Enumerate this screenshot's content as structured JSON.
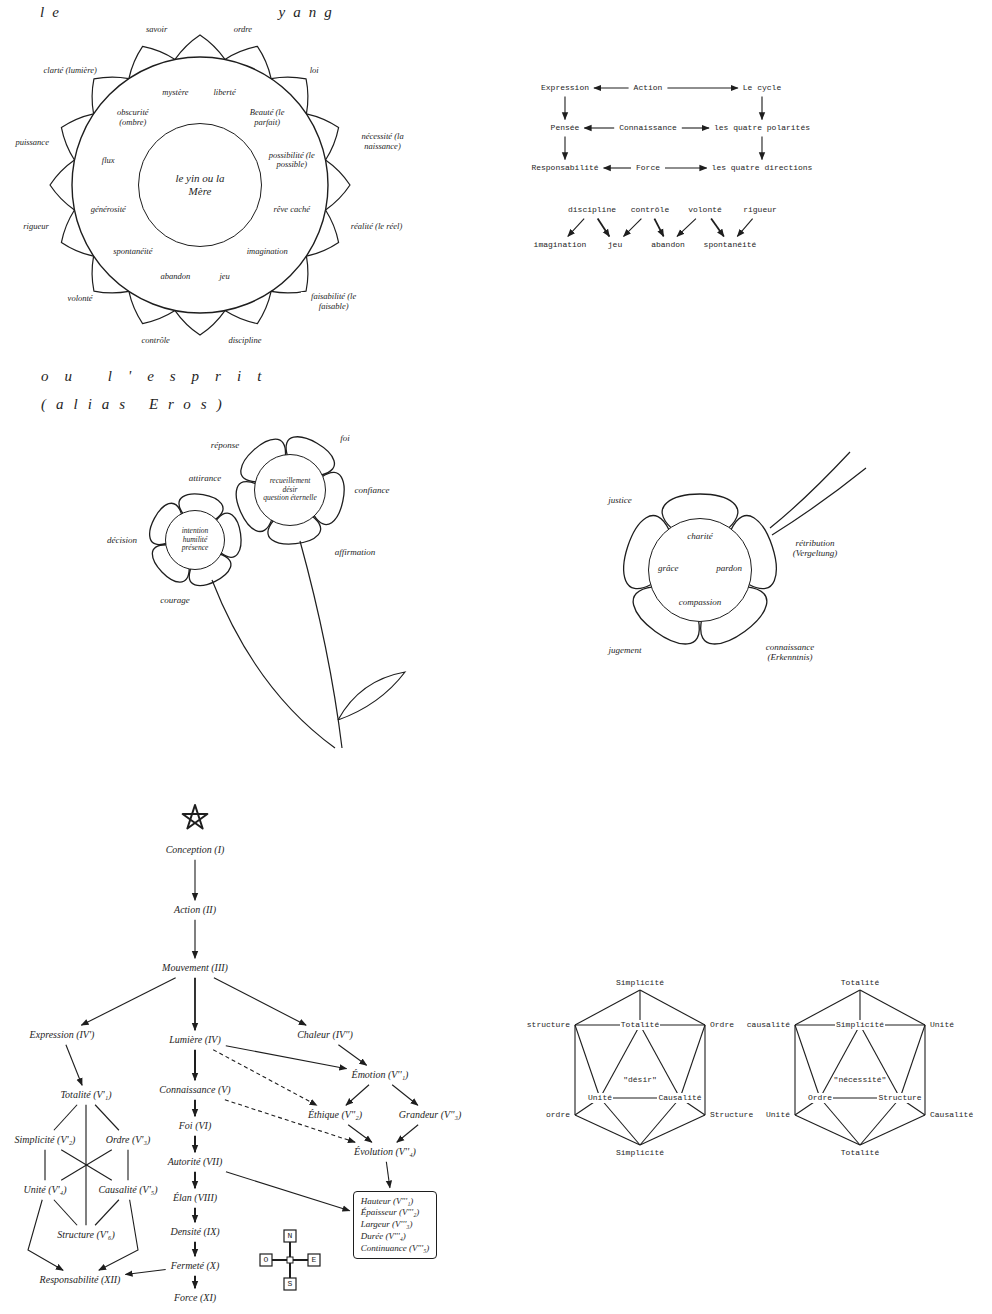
{
  "diagram": {
    "title": "le yang",
    "nodes": [
      {
        "text": [
          "le yin ou la Mère"
        ]
      },
      {
        "text": [
          "Expression"
        ]
      },
      {
        "text": [
          "Action"
        ]
      },
      {
        "text": [
          "Le cycle"
        ]
      },
      {
        "text": [
          "Pensée"
        ]
      },
      {
        "text": [
          "Connaissance"
        ]
      },
      {
        "text": [
          "les quatre polarités"
        ]
      },
      {
        "text": [
          "Responsabilité"
        ]
      },
      {
        "text": [
          "Force"
        ]
      },
      {
        "text": [
          "les quatre directions"
        ]
      },
      {
        "text": [
          "discipline"
        ]
      },
      {
        "text": [
          "contrôle"
        ]
      },
      {
        "text": [
          "volonté"
        ]
      },
      {
        "text": [
          "rigueur"
        ]
      },
      {
        "text": [
          "imagination"
        ]
      },
      {
        "text": [
          "jeu"
        ]
      },
      {
        "text": [
          "abandon"
        ]
      },
      {
        "text": [
          "spontanéité"
        ]
      },
      {
        "text": [
          "intention",
          "humilité",
          "présence"
        ]
      },
      {
        "text": [
          "recueillement",
          "désir",
          "question éternelle"
        ]
      },
      {
        "text": [
          "charité",
          "grâce",
          "pardon",
          "compassion"
        ]
      },
      {
        "text": [
          "Conception (I)"
        ]
      },
      {
        "text": [
          "Action (II)"
        ]
      },
      {
        "text": [
          "Mouvement (III)"
        ]
      },
      {
        "text": [
          "Expression (IV')"
        ]
      },
      {
        "text": [
          "Lumière (IV)"
        ]
      },
      {
        "text": [
          "Chaleur (IV'')"
        ]
      },
      {
        "text": [
          "Totalité (V'₁)"
        ]
      },
      {
        "text": [
          "Simplicité (V'₂)"
        ]
      },
      {
        "text": [
          "Ordre (V'₃)"
        ]
      },
      {
        "text": [
          "Unité (V'₄)"
        ]
      },
      {
        "text": [
          "Causalité (V'₅)"
        ]
      },
      {
        "text": [
          "Structure (V'₆)"
        ]
      },
      {
        "text": [
          "Connaissance (V)"
        ]
      },
      {
        "text": [
          "Foi (VI)"
        ]
      },
      {
        "text": [
          "Autorité (VII)"
        ]
      },
      {
        "text": [
          "Élan (VIII)"
        ]
      },
      {
        "text": [
          "Densité (IX)"
        ]
      },
      {
        "text": [
          "Fermeté (X)"
        ]
      },
      {
        "text": [
          "Force (XI)"
        ]
      },
      {
        "text": [
          "Responsabilité (XII)"
        ]
      },
      {
        "text": [
          "Émotion (V''₁)"
        ]
      },
      {
        "text": [
          "Éthique (V''₂)"
        ]
      },
      {
        "text": [
          "Grandeur (V''₃)"
        ]
      },
      {
        "text": [
          "Évolution (V''₄)"
        ]
      },
      {
        "text": [
          "Hauteur (V'''₁)",
          "Épaisseur (V'''₂)",
          "Largeur (V'''₃)",
          "Durée (V'''₄)",
          "Continuance (V'''₅)"
        ]
      }
    ],
    "edges": [
      {
        "from": 2,
        "to": 1,
        "arrow": "to"
      },
      {
        "from": 2,
        "to": 3,
        "arrow": "to"
      },
      {
        "from": 1,
        "to": 4,
        "arrow": "to"
      },
      {
        "from": 5,
        "to": 4,
        "arrow": "to"
      },
      {
        "from": 5,
        "to": 6,
        "arrow": "to"
      },
      {
        "from": 3,
        "to": 6,
        "arrow": "to"
      },
      {
        "from": 4,
        "to": 7,
        "arrow": "to"
      },
      {
        "from": 8,
        "to": 7,
        "arrow": "to"
      },
      {
        "from": 8,
        "to": 9,
        "arrow": "to"
      },
      {
        "from": 6,
        "to": 9,
        "arrow": "to"
      },
      {
        "from": 10,
        "to": 14,
        "arrow": "to"
      },
      {
        "from": 10,
        "to": 15,
        "arrow": "to"
      },
      {
        "from": 11,
        "to": 15,
        "arrow": "to"
      },
      {
        "from": 11,
        "to": 16,
        "arrow": "to"
      },
      {
        "from": 12,
        "to": 16,
        "arrow": "to"
      },
      {
        "from": 12,
        "to": 17,
        "arrow": "to"
      },
      {
        "from": 13,
        "to": 17,
        "arrow": "to"
      },
      {
        "from": 21,
        "to": 22,
        "arrow": "to"
      },
      {
        "from": 22,
        "to": 23,
        "arrow": "to"
      },
      {
        "from": 23,
        "to": 24,
        "arrow": "to"
      },
      {
        "from": 23,
        "to": 25,
        "arrow": "to"
      },
      {
        "from": 23,
        "to": 26,
        "arrow": "to"
      },
      {
        "from": 24,
        "to": 27,
        "arrow": "to"
      },
      {
        "from": 27,
        "to": 28,
        "arrow": "none"
      },
      {
        "from": 27,
        "to": 29,
        "arrow": "none"
      },
      {
        "from": 28,
        "to": 30,
        "arrow": "none"
      },
      {
        "from": 29,
        "to": 31,
        "arrow": "none"
      },
      {
        "from": 30,
        "to": 32,
        "arrow": "none"
      },
      {
        "from": 31,
        "to": 32,
        "arrow": "none"
      },
      {
        "from": 28,
        "to": 31,
        "arrow": "none"
      },
      {
        "from": 29,
        "to": 30,
        "arrow": "none"
      },
      {
        "from": 27,
        "to": 32,
        "arrow": "none"
      },
      {
        "from": 25,
        "to": 33,
        "arrow": "to"
      },
      {
        "from": 33,
        "to": 34,
        "arrow": "to"
      },
      {
        "from": 34,
        "to": 35,
        "arrow": "to"
      },
      {
        "from": 35,
        "to": 36,
        "arrow": "to"
      },
      {
        "from": 36,
        "to": 37,
        "arrow": "to"
      },
      {
        "from": 37,
        "to": 38,
        "arrow": "to"
      },
      {
        "from": 38,
        "to": 39,
        "arrow": "to"
      },
      {
        "from": 38,
        "to": 40,
        "arrow": "to"
      },
      {
        "from": 30,
        "to": 40,
        "arrow": "to"
      },
      {
        "from": 31,
        "to": 40,
        "arrow": "to"
      },
      {
        "from": 26,
        "to": 41,
        "arrow": "to"
      },
      {
        "from": 25,
        "to": 41,
        "arrow": "to"
      },
      {
        "from": 41,
        "to": 42,
        "arrow": "to"
      },
      {
        "from": 41,
        "to": 43,
        "arrow": "to"
      },
      {
        "from": 42,
        "to": 44,
        "arrow": "to"
      },
      {
        "from": 43,
        "to": 44,
        "arrow": "to"
      },
      {
        "from": 25,
        "to": 42,
        "arrow": "to"
      },
      {
        "from": 33,
        "to": 44,
        "arrow": "to"
      },
      {
        "from": 44,
        "to": 45,
        "arrow": "to"
      },
      {
        "from": 35,
        "to": 45,
        "arrow": "to"
      }
    ],
    "labels": [
      "ou l'esprit",
      "(alias Eros)",
      "ordre",
      "loi",
      "nécessité (la naissance)",
      "réalité (le réel)",
      "faisabilité (le faisable)",
      "discipline",
      "contrôle",
      "volonté",
      "rigueur",
      "puissance",
      "clarté (lumière)",
      "savoir",
      "mystère",
      "liberté",
      "Beauté (le parfait)",
      "possibilité (le possible)",
      "rêve caché",
      "imagination",
      "jeu",
      "abandon",
      "spontanéité",
      "générosité",
      "flux",
      "obscurité (ombre)",
      "attirance",
      "décision",
      "courage",
      "foi",
      "réponse",
      "confiance",
      "affirmation",
      "justice",
      "rétribution (Vergeltung)",
      "jugement",
      "connaissance (Erkenntnis)",
      "N",
      "E",
      "S",
      "O",
      "Simplicité",
      "structure",
      "Totalité",
      "Ordre",
      "\"désir\"",
      "Unité",
      "Causalité",
      "ordre",
      "Structure",
      "Simplicité",
      "Totalité",
      "causalité",
      "Simplicité",
      "Unité",
      "\"nécessité\"",
      "Ordre",
      "Structure",
      "Unité",
      "Causalité",
      "Totalité"
    ]
  }
}
